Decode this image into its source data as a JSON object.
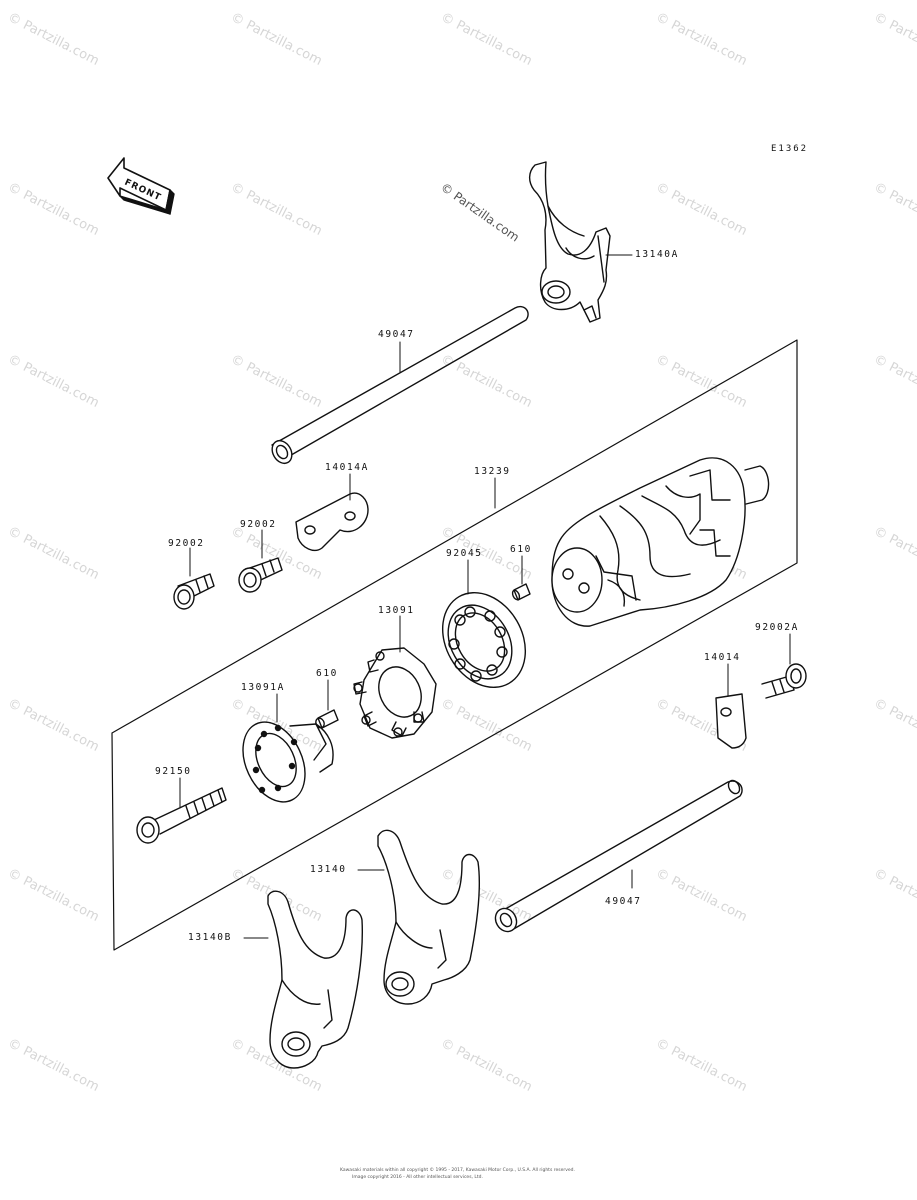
{
  "diagram_code": "E1362",
  "front_label": "FRONT",
  "watermark_text": "© Partzilla.com",
  "center_watermark": "© Partzilla.com",
  "copyright_line1": "Kawasaki materials within all copyright © 1995 - 2017, Kawasaki Motor Corp., U.S.A. All rights reserved.",
  "copyright_line2": "Image copyright 2016 - All other intellectual services, Ltd.",
  "parts": [
    {
      "id": "13140A",
      "label": "13140A"
    },
    {
      "id": "49047-top",
      "label": "49047"
    },
    {
      "id": "14014A",
      "label": "14014A"
    },
    {
      "id": "13239",
      "label": "13239"
    },
    {
      "id": "92002-left",
      "label": "92002"
    },
    {
      "id": "92002-mid",
      "label": "92002"
    },
    {
      "id": "92045",
      "label": "92045"
    },
    {
      "id": "610-top",
      "label": "610"
    },
    {
      "id": "13091",
      "label": "13091"
    },
    {
      "id": "13091A",
      "label": "13091A"
    },
    {
      "id": "610-bottom",
      "label": "610"
    },
    {
      "id": "92002A",
      "label": "92002A"
    },
    {
      "id": "14014",
      "label": "14014"
    },
    {
      "id": "92150",
      "label": "92150"
    },
    {
      "id": "13140",
      "label": "13140"
    },
    {
      "id": "49047-bottom",
      "label": "49047"
    },
    {
      "id": "13140B",
      "label": "13140B"
    }
  ],
  "colors": {
    "line": "#111111",
    "watermark": "#d6d6d6",
    "background": "#ffffff"
  }
}
